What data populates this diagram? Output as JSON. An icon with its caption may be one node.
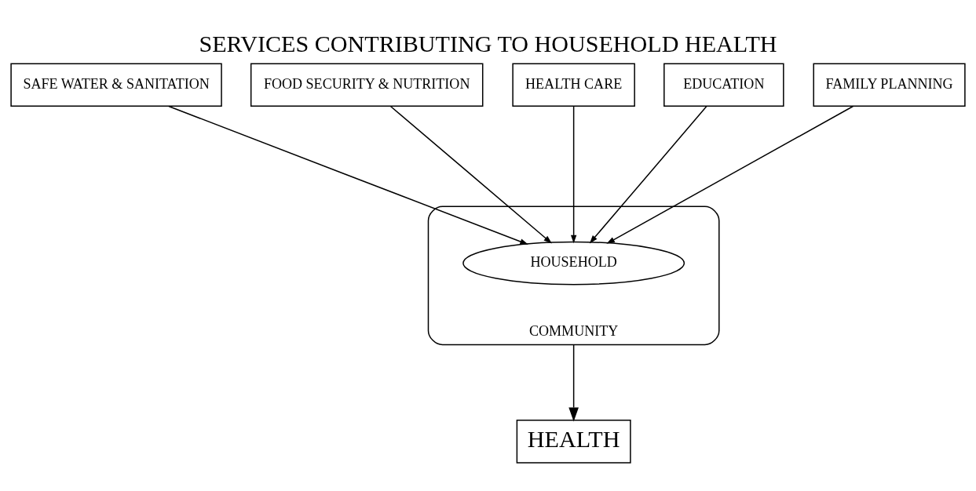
{
  "diagram": {
    "title": "SERVICES CONTRIBUTING TO HOUSEHOLD HEALTH",
    "nodes": [
      {
        "text": [
          "SAFE WATER & SANITATION"
        ]
      },
      {
        "text": [
          "FOOD SECURITY & NUTRITION"
        ]
      },
      {
        "text": [
          "HEALTH CARE"
        ]
      },
      {
        "text": [
          "EDUCATION"
        ]
      },
      {
        "text": [
          "FAMILY PLANNING"
        ]
      },
      {
        "text": [
          "COMMUNITY"
        ]
      },
      {
        "text": [
          "HOUSEHOLD"
        ],
        "in": 5
      },
      {
        "text": [
          "HEALTH"
        ]
      }
    ],
    "edges": [
      {
        "from": 0,
        "to": 6,
        "arrow": "to"
      },
      {
        "from": 1,
        "to": 6,
        "arrow": "to"
      },
      {
        "from": 2,
        "to": 6,
        "arrow": "to"
      },
      {
        "from": 3,
        "to": 6,
        "arrow": "to"
      },
      {
        "from": 4,
        "to": 6,
        "arrow": "to"
      },
      {
        "from": 5,
        "to": 7,
        "arrow": "to"
      }
    ]
  }
}
